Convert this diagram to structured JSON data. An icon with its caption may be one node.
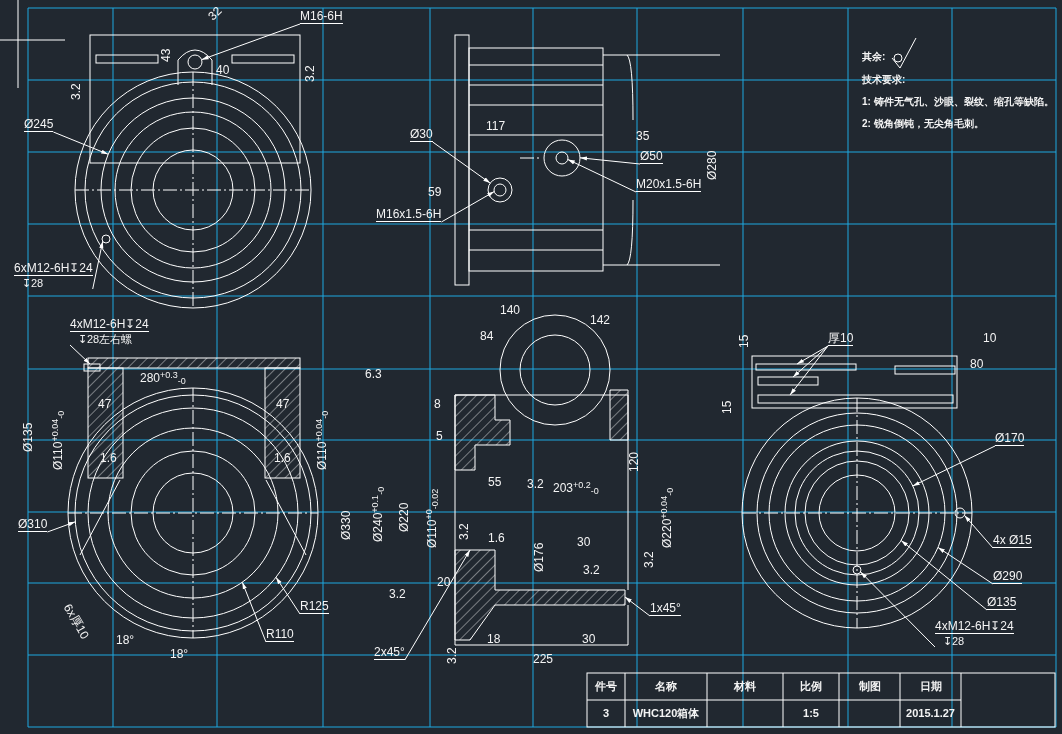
{
  "diagram": {
    "nodes": [
      {
        "text": [
          "M16-6H"
        ]
      },
      {
        "text": [
          "Ø245"
        ]
      },
      {
        "text": [
          "6xM12-6H↧24",
          "↧28"
        ]
      },
      {
        "text": [
          "Ø30"
        ]
      },
      {
        "text": [
          "Ø50"
        ]
      },
      {
        "text": [
          "M20x1.5-6H"
        ]
      },
      {
        "text": [
          "M16x1.5-6H"
        ]
      },
      {
        "text": [
          "4xM12-6H↧24",
          "↧28左右螺"
        ]
      },
      {
        "text": [
          "Ø310"
        ]
      },
      {
        "text": [
          "R125"
        ]
      },
      {
        "text": [
          "R110"
        ]
      },
      {
        "text": [
          "2x45°"
        ]
      },
      {
        "text": [
          "1x45°"
        ]
      },
      {
        "text": [
          "厚10"
        ]
      },
      {
        "text": [
          "Ø170"
        ]
      },
      {
        "text": [
          "4x Ø15"
        ]
      },
      {
        "text": [
          "Ø290"
        ]
      },
      {
        "text": [
          "Ø135"
        ]
      },
      {
        "text": [
          "4xM12-6H↧24",
          "↧28"
        ]
      },
      {
        "text": [],
        "shape": "circle"
      },
      {
        "text": [],
        "shape": "circle"
      },
      {
        "text": [],
        "shape": "circle"
      },
      {
        "text": [],
        "shape": "circle"
      },
      {
        "text": [],
        "shape": "circle"
      },
      {
        "text": [],
        "shape": "circle",
        "in": 23
      },
      {
        "text": [],
        "shape": "circle",
        "in": 22
      },
      {
        "text": [],
        "shape": "box"
      },
      {
        "text": [],
        "shape": "circle"
      },
      {
        "text": [],
        "shape": "circle",
        "in": 27
      },
      {
        "text": [],
        "shape": "circle",
        "in": 28
      },
      {
        "text": [],
        "shape": "box"
      },
      {
        "text": [],
        "shape": "box"
      },
      {
        "text": [],
        "shape": "box"
      },
      {
        "text": [],
        "shape": "box"
      },
      {
        "text": [],
        "shape": "circle",
        "in": 36
      },
      {
        "text": [],
        "shape": "circle"
      },
      {
        "text": [],
        "shape": "circle"
      },
      {
        "text": [],
        "shape": "circle",
        "in": 34
      },
      {
        "text": [],
        "shape": "circle",
        "in": 34
      }
    ],
    "edges": [
      {
        "from": 0,
        "to": 19,
        "arrow": "to"
      },
      {
        "from": 1,
        "to": 20,
        "arrow": "to"
      },
      {
        "from": 2,
        "to": 21,
        "arrow": "to"
      },
      {
        "from": 3,
        "to": 22,
        "arrow": "to"
      },
      {
        "from": 4,
        "to": 23,
        "arrow": "to"
      },
      {
        "from": 5,
        "to": 24,
        "arrow": "to"
      },
      {
        "from": 6,
        "to": 25,
        "arrow": "to"
      },
      {
        "from": 7,
        "to": 26,
        "arrow": "to"
      },
      {
        "from": 8,
        "to": 27,
        "arrow": "to"
      },
      {
        "from": 9,
        "to": 28,
        "arrow": "to"
      },
      {
        "from": 10,
        "to": 29,
        "arrow": "to"
      },
      {
        "from": 11,
        "to": 30,
        "arrow": "to"
      },
      {
        "from": 12,
        "to": 30,
        "arrow": "to"
      },
      {
        "from": 13,
        "to": 31,
        "arrow": "to"
      },
      {
        "from": 13,
        "to": 32,
        "arrow": "to"
      },
      {
        "from": 13,
        "to": 33,
        "arrow": "to"
      },
      {
        "from": 14,
        "to": 34,
        "arrow": "to"
      },
      {
        "from": 15,
        "to": 35,
        "arrow": "to"
      },
      {
        "from": 16,
        "to": 36,
        "arrow": "to"
      },
      {
        "from": 17,
        "to": 37,
        "arrow": "to"
      },
      {
        "from": 18,
        "to": 38,
        "arrow": "to"
      }
    ],
    "labels": [
      "32",
      "43",
      "40",
      "3.2",
      "3.2",
      "117",
      "35",
      "Ø280",
      "59",
      "其余:",
      "技术要求:",
      "1: 铸件无气孔、沙眼、裂纹、缩孔等缺陷。",
      "2: 锐角倒钝，无尖角毛刺。",
      "280$^{+0.3}$$_{-0}$",
      "47",
      "47",
      "Ø135",
      "Ø110$^{+0.04}$$_{-0}$",
      "1.6",
      "1.6",
      "Ø110$^{+0.04}$$_{-0}$",
      "Ø330",
      "6x厚10",
      "18°",
      "18°",
      "140",
      "84",
      "142",
      "6.3",
      "8",
      "5",
      "Ø240$^{+0.1}$$_{-0}$",
      "Ø220",
      "Ø110$^{+0}$$_{-0.02}$",
      "55",
      "3.2",
      "203$^{+0.2}$$_{-0}$",
      "120",
      "Ø220$^{+0.04}$$_{-0}$",
      "3.2",
      "1.6",
      "Ø176",
      "30",
      "3.2",
      "3.2",
      "20",
      "3.2",
      "18",
      "30",
      "3.2",
      "225",
      "10",
      "80",
      "15",
      "15",
      "件号",
      "名称",
      "材料",
      "比例",
      "制图",
      "日期",
      "3",
      "WHC120箱体",
      "1:5",
      "2015.1.27"
    ]
  }
}
